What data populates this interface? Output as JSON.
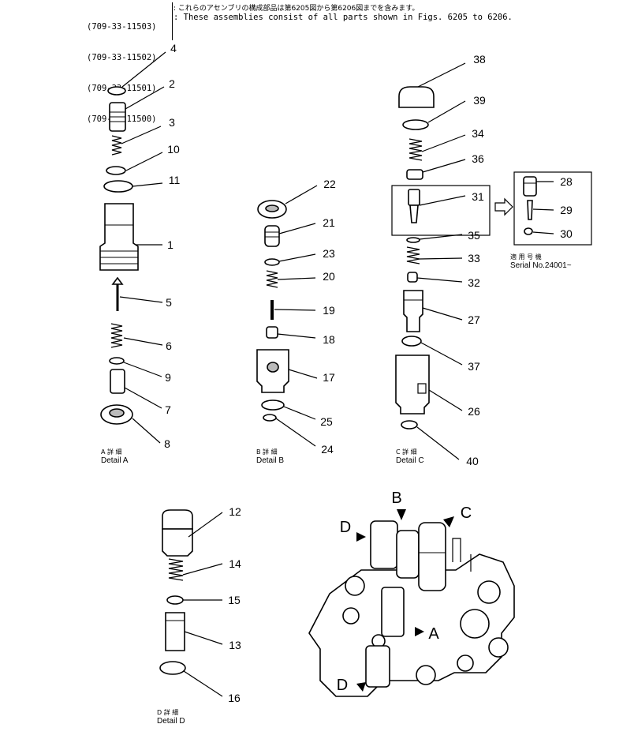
{
  "header": {
    "part_numbers": [
      "(709-33-11503)",
      "(709-33-11502)",
      "(709-33-11501)",
      "(709-33-11500)"
    ],
    "note_jp": ": これらのアセンブリの構成部品は第6205図から第6206図までを含みます。",
    "note_en": ": These assemblies consist of all parts shown in Figs. 6205 to 6206."
  },
  "callouts": [
    "1",
    "2",
    "3",
    "4",
    "5",
    "6",
    "7",
    "8",
    "9",
    "10",
    "11",
    "12",
    "13",
    "14",
    "15",
    "16",
    "17",
    "18",
    "19",
    "20",
    "21",
    "22",
    "23",
    "24",
    "25",
    "26",
    "27",
    "28",
    "29",
    "30",
    "31",
    "32",
    "33",
    "34",
    "35",
    "36",
    "37",
    "38",
    "39",
    "40"
  ],
  "details": {
    "a": {
      "jp": "A 詳 細",
      "en": "Detail A"
    },
    "b": {
      "jp": "B 詳 細",
      "en": "Detail B"
    },
    "c": {
      "jp": "C 詳 細",
      "en": "Detail C"
    },
    "d": {
      "jp": "D 詳 細",
      "en": "Detail D"
    }
  },
  "serial": {
    "jp": "適 用 号 機",
    "en": "Serial No.24001~"
  },
  "view_markers": {
    "a": "A",
    "b": "B",
    "c": "C",
    "d_top": "D",
    "d_bottom": "D"
  }
}
